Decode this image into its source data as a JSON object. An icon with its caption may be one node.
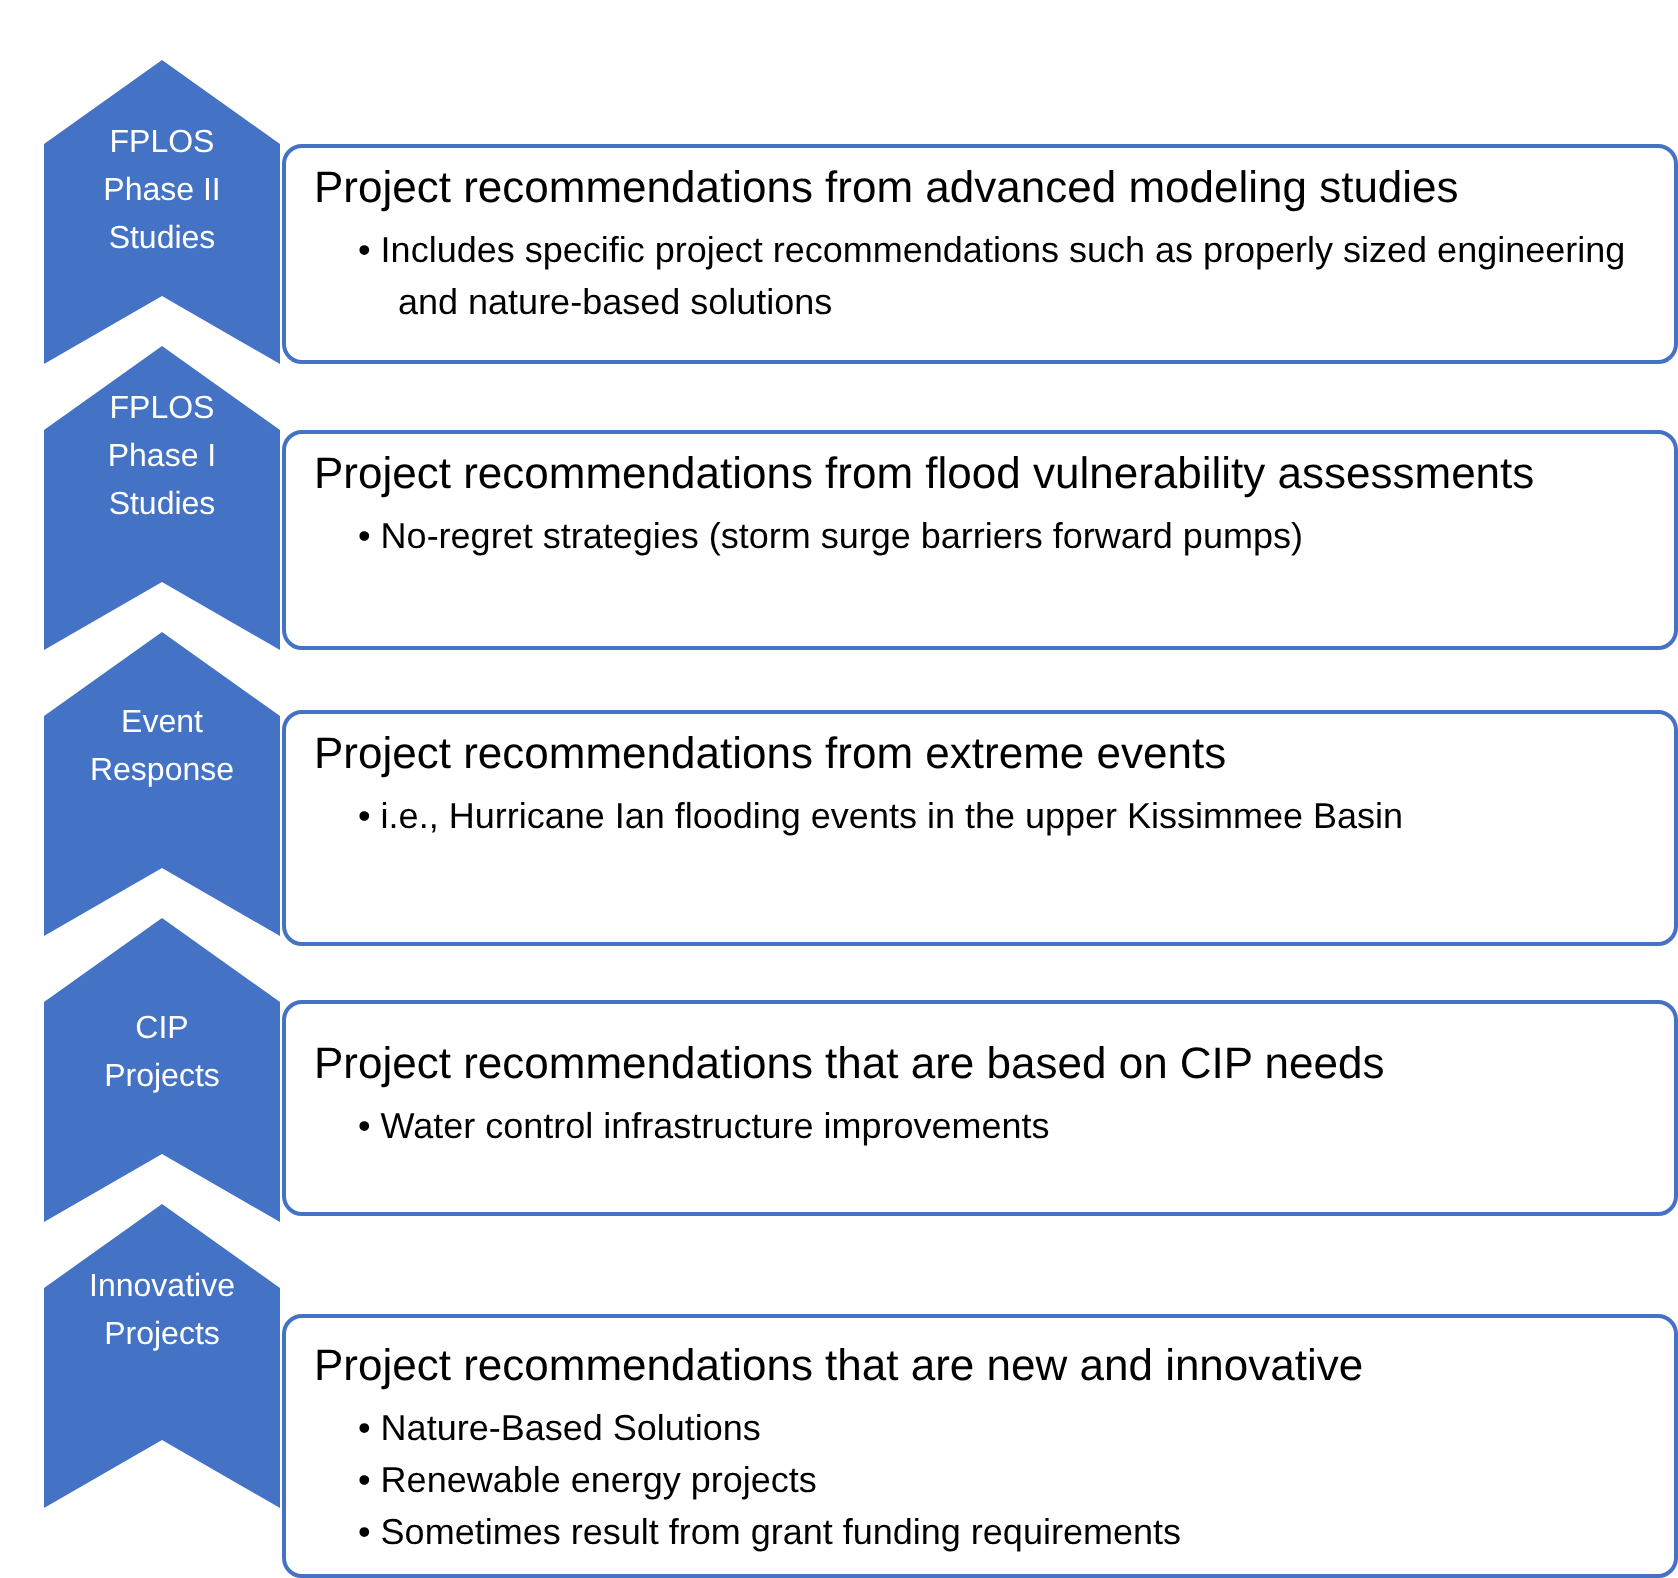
{
  "diagram": {
    "nodes": [
      {
        "text": [
          "FPLOS Phase II Studies"
        ]
      },
      {
        "text": [
          "Project recommendations from advanced modeling studies",
          "• Includes specific project recommendations such as properly sized engineering and nature-based solutions"
        ]
      },
      {
        "text": [
          "FPLOS Phase I Studies"
        ]
      },
      {
        "text": [
          "Project recommendations from flood vulnerability assessments",
          "• No-regret strategies (storm surge barriers forward pumps)"
        ]
      },
      {
        "text": [
          "Event Response"
        ]
      },
      {
        "text": [
          "Project recommendations from extreme events",
          "• i.e., Hurricane Ian flooding events in the upper Kissimmee Basin"
        ]
      },
      {
        "text": [
          "CIP Projects"
        ]
      },
      {
        "text": [
          "Project recommendations that are based on CIP needs",
          "• Water control infrastructure improvements"
        ]
      },
      {
        "text": [
          "Innovative Projects"
        ]
      },
      {
        "text": [
          "Project recommendations that are new and innovative",
          "• Nature-Based Solutions",
          "• Renewable energy projects",
          "• Sometimes result from grant funding requirements"
        ]
      }
    ],
    "edges": []
  }
}
